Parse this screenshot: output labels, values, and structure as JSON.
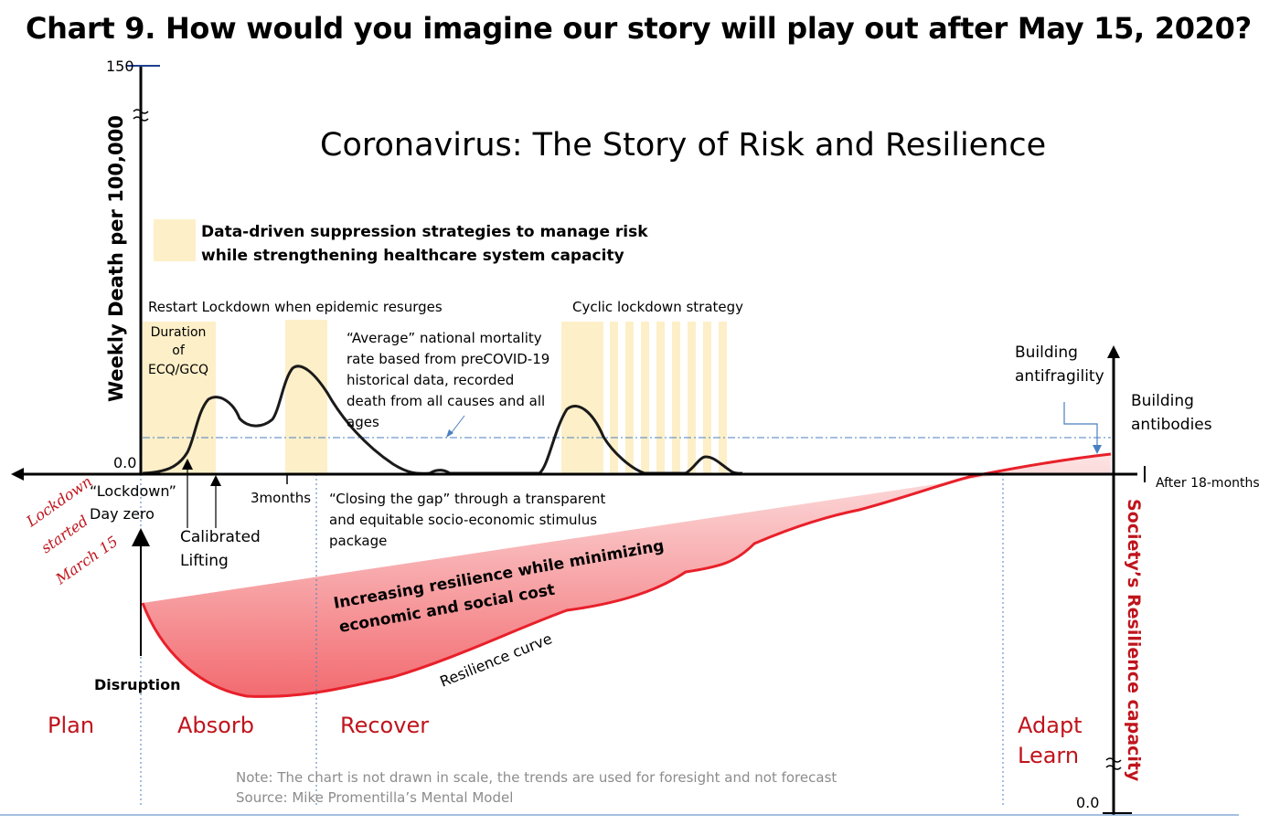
{
  "title": "Chart 9. How would you imagine our story will play out after May 15, 2020?",
  "diagram_title": "Coronavirus: The Story of Risk and Resilience",
  "y_axis": {
    "label": "Weekly Death per 100,000",
    "top_tick": "150",
    "zero_tick": "0.0"
  },
  "right_axis": {
    "label": "Society’s Resilience capacity",
    "zero_tick": "0.0"
  },
  "x_axis": {
    "end_label": "After 18-months",
    "tick_3months": "3months"
  },
  "legend": {
    "line1": "Data-driven suppression strategies to manage risk",
    "line2": "while strengthening healthcare system capacity"
  },
  "labels": {
    "restart": "Restart Lockdown when epidemic resurges",
    "duration": [
      "Duration",
      "of",
      "ECQ/GCQ"
    ],
    "cyclic": "Cyclic lockdown strategy",
    "average": [
      "“Average” national mortality",
      "rate based from preCOVID-19",
      "historical data, recorded",
      "death from all causes and all",
      "ages"
    ],
    "building_antifragility": [
      "Building",
      "antifragility"
    ],
    "building_antibodies": [
      "Building",
      "antibodies"
    ],
    "lockdown_day_zero": [
      "“Lockdown”",
      "Day zero"
    ],
    "calibrated_lifting": [
      "Calibrated",
      "Lifting"
    ],
    "closing_gap": [
      "“Closing the gap” through a transparent",
      "and equitable socio-economic stimulus",
      "package"
    ],
    "lockdown_started": [
      "Lockdown",
      "started",
      "March 15"
    ],
    "increasing_resilience": [
      "Increasing resilience while minimizing",
      "economic and social cost"
    ],
    "resilience_curve": "Resilience curve",
    "disruption": "Disruption"
  },
  "phases": {
    "plan": "Plan",
    "absorb": "Absorb",
    "recover": "Recover",
    "adapt": "Adapt",
    "learn": "Learn"
  },
  "notes": {
    "note": "Note: The chart is not drawn in scale, the trends are used for foresight and not forecast",
    "source": "Source: Mike Promentilla’s Mental Model"
  },
  "colors": {
    "lockdown_band": "#fdefc8",
    "resilience_red": "#e8202a",
    "resilience_fill": "#f7a3a6",
    "reference_line": "#4a7fc1",
    "phase_text": "#c0141c",
    "annotation_red": "#c0141c"
  }
}
